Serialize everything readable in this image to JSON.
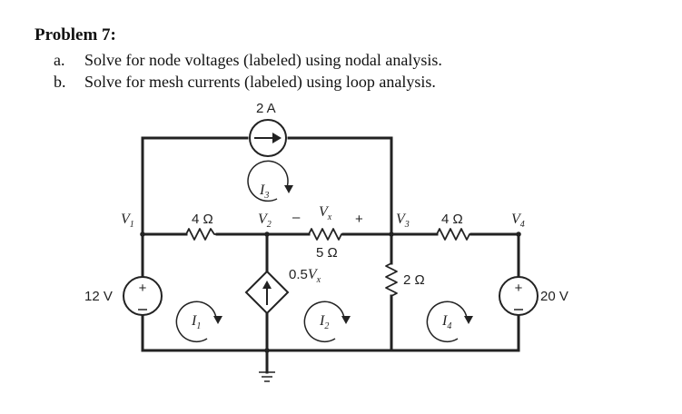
{
  "problem": {
    "title": "Problem 7:",
    "items": [
      {
        "marker": "a.",
        "text": "Solve for node voltages (labeled) using nodal analysis."
      },
      {
        "marker": "b.",
        "text": "Solve for mesh currents (labeled) using loop analysis."
      }
    ]
  },
  "circuit": {
    "current_source_top": "2 A",
    "resistor_left": "4 Ω",
    "resistor_middle": "5 Ω",
    "resistor_vertical": "2 Ω",
    "resistor_right": "4 Ω",
    "voltage_source_left": "12 V",
    "voltage_source_right": "20 V",
    "dependent_source": {
      "coef": "0.5",
      "var": "V",
      "sub": "x"
    },
    "vx": {
      "var": "V",
      "sub": "x",
      "minus": "–",
      "plus": "+"
    },
    "source_plus": "+",
    "nodes": [
      {
        "var": "V",
        "sub": "1"
      },
      {
        "var": "V",
        "sub": "2"
      },
      {
        "var": "V",
        "sub": "3"
      },
      {
        "var": "V",
        "sub": "4"
      }
    ],
    "meshes": [
      {
        "var": "I",
        "sub": "1"
      },
      {
        "var": "I",
        "sub": "2"
      },
      {
        "var": "I",
        "sub": "3"
      },
      {
        "var": "I",
        "sub": "4"
      }
    ]
  }
}
